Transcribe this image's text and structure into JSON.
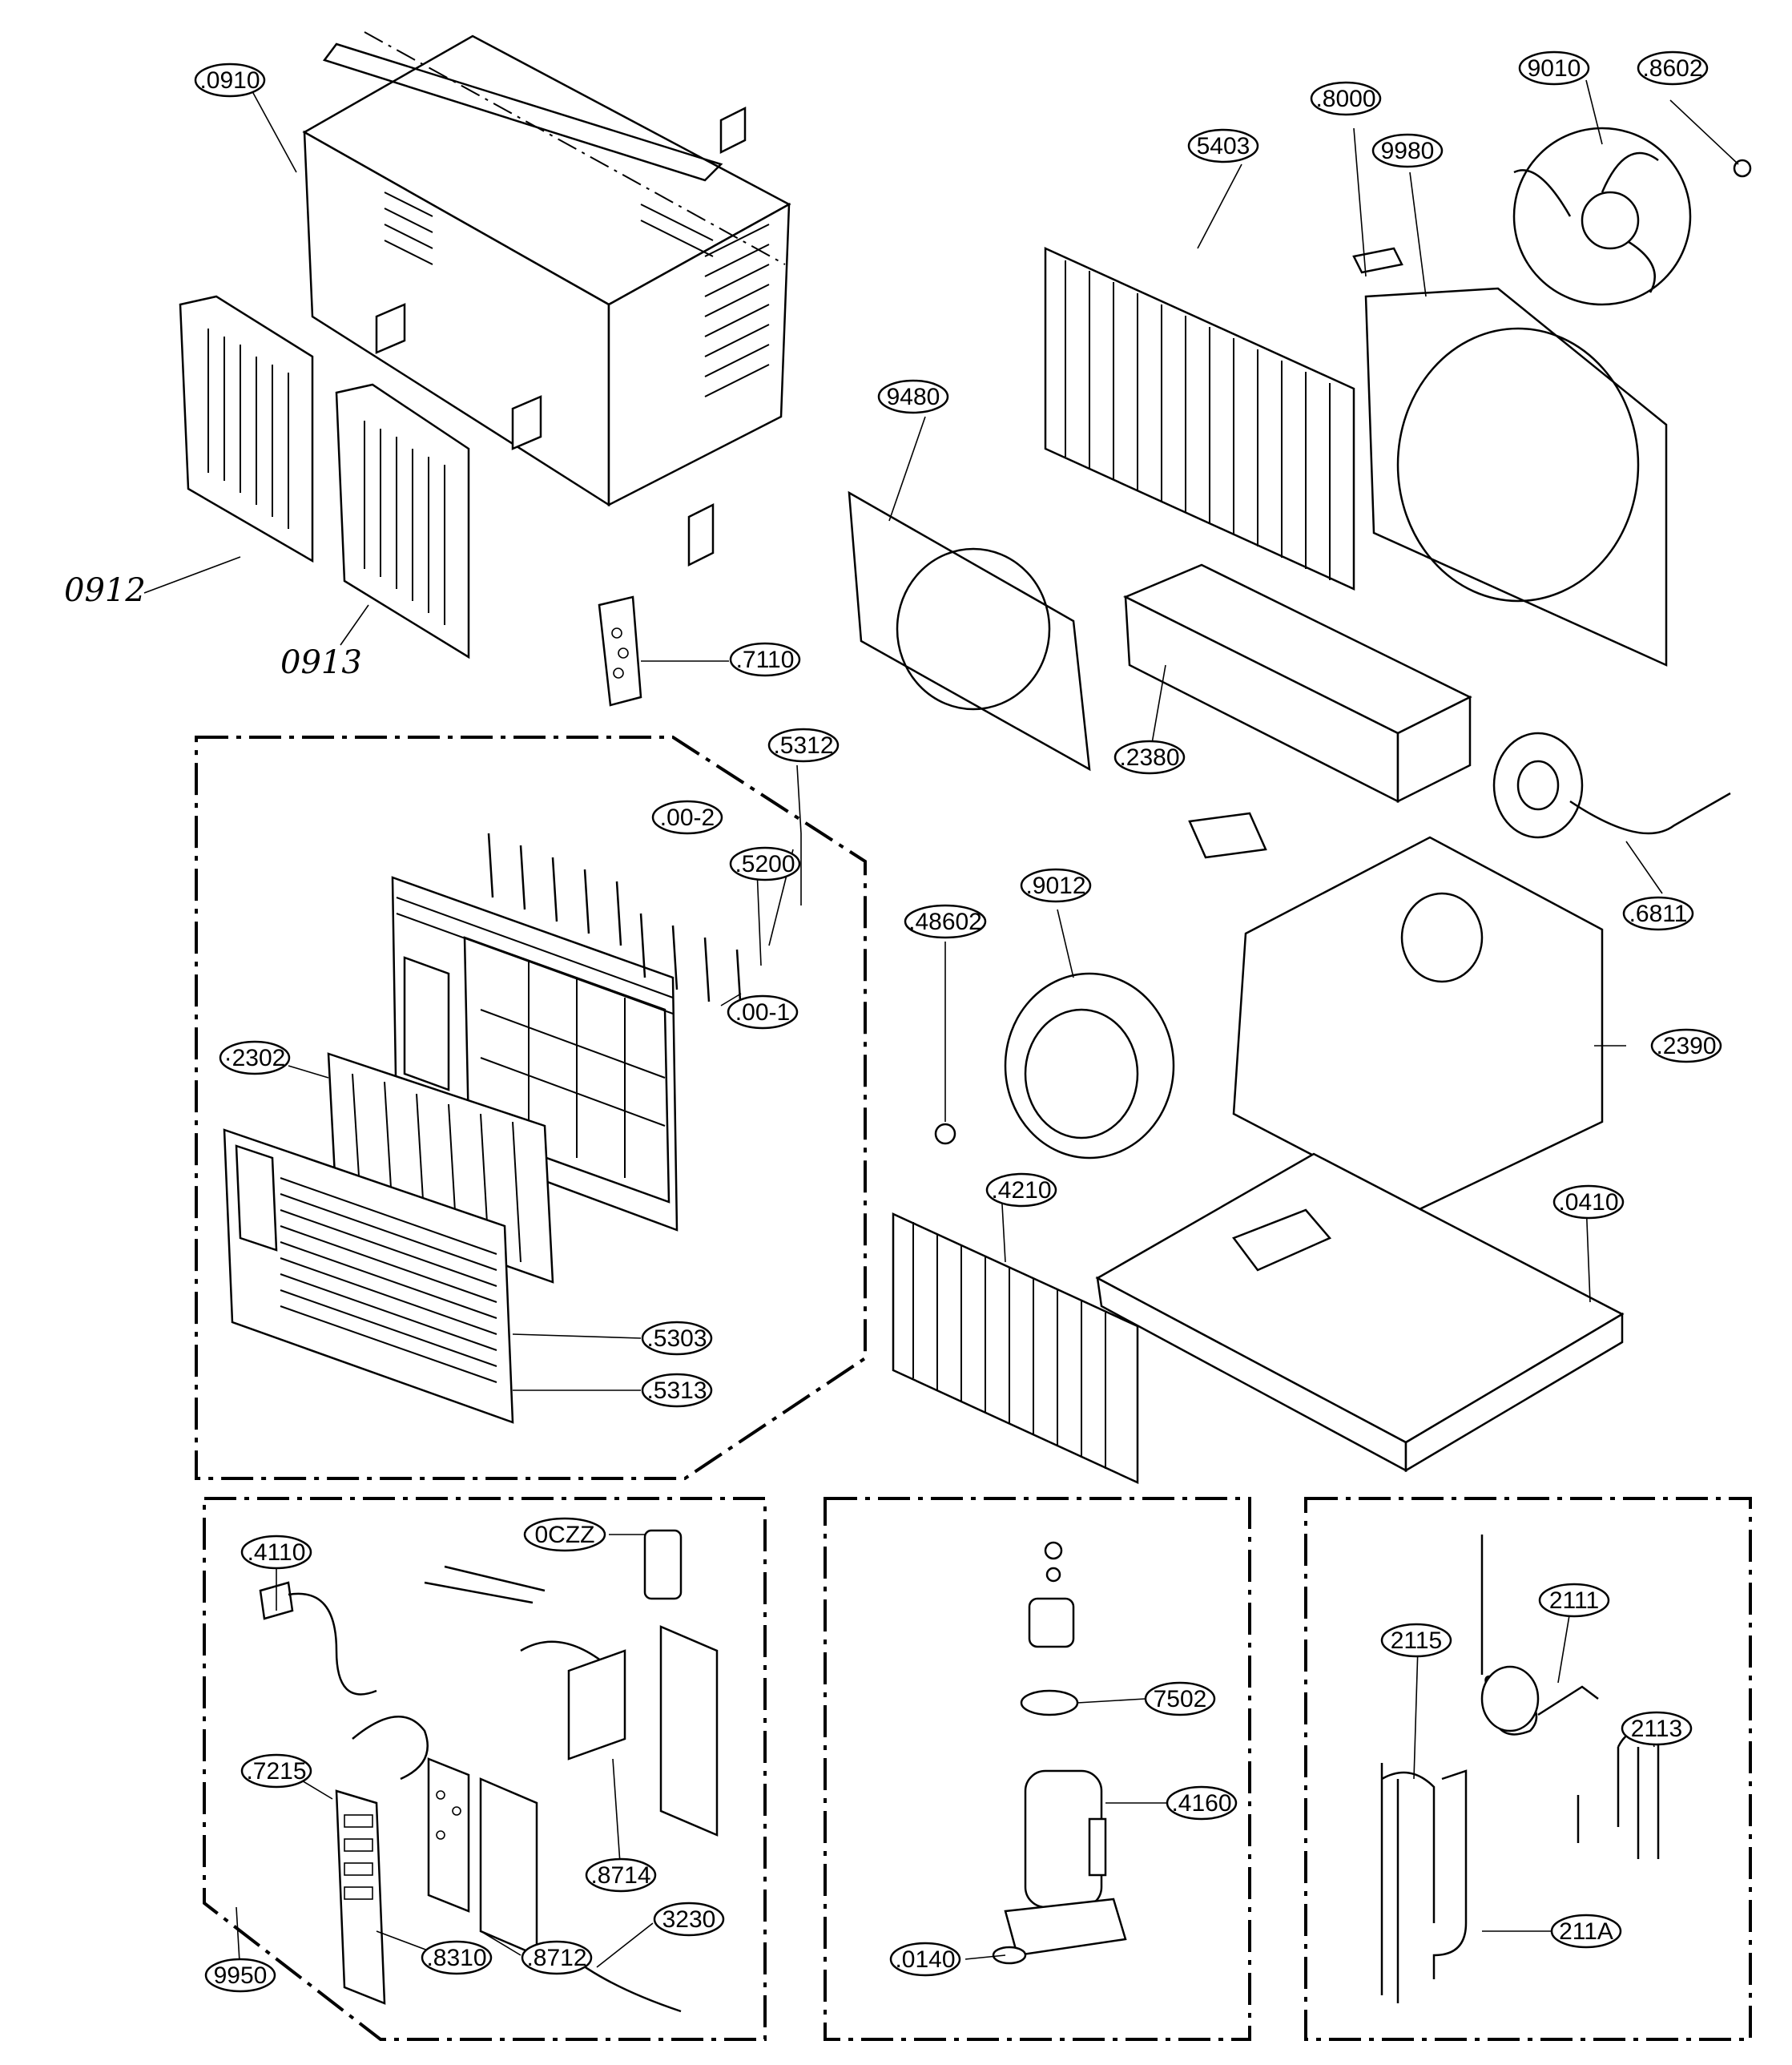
{
  "title": "",
  "callouts": {
    "c0910": ".0910",
    "c9010": "9010",
    "c8602": ".8602",
    "c8000": ".8000",
    "c5403": "5403",
    "c9980": "9980",
    "c9480": "9480",
    "c7110": ".7110",
    "c2380": ".2380",
    "c5312": ".5312",
    "c00_2": ".00-2",
    "c5200": ".5200",
    "c00_1": ".00-1",
    "c2302": "·2302",
    "c5303": ".5303",
    "c5313": ".5313",
    "c9012": ".9012",
    "c48602": ".48602",
    "c6811": ".6811",
    "c2390": ".2390",
    "c4210": ".4210",
    "c0410": ".0410",
    "c4110": ".4110",
    "c0CZZ": "0CZZ",
    "c7215": ".7215",
    "c8714": ".8714",
    "c3230": "3230",
    "c9950": "9950",
    "c8310": ".8310",
    "c8712": ".8712",
    "c7502": "7502",
    "c4160": ".4160",
    "c0140": ".0140",
    "c2111": "2111",
    "c2115": "2115",
    "c2113": "2113",
    "c211A": "211A"
  },
  "handwritten": {
    "h0912": "0912",
    "h0913": "0913"
  }
}
